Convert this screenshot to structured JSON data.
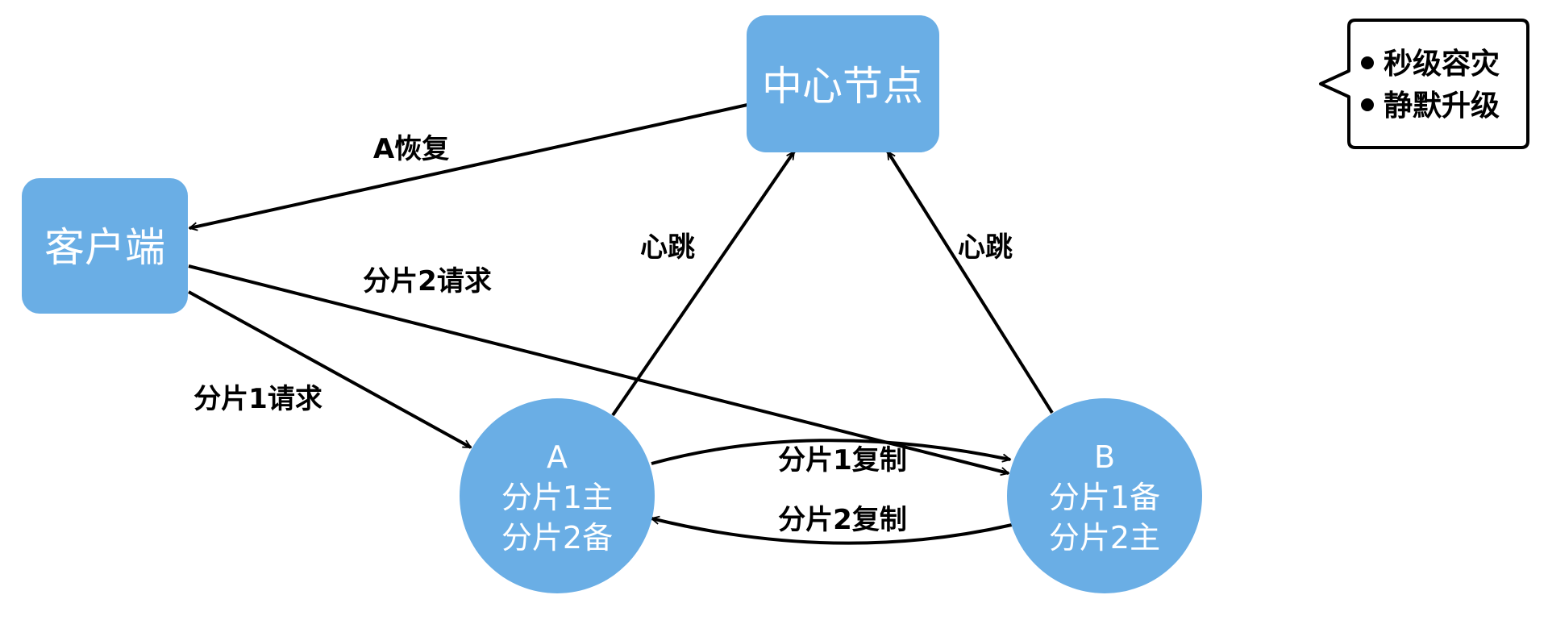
{
  "nodes": {
    "center": {
      "label": "中心节点"
    },
    "client": {
      "label": "客户端"
    },
    "server_a": {
      "line1": "A",
      "line2": "分片1主",
      "line3": "分片2备"
    },
    "server_b": {
      "line1": "B",
      "line2": "分片1备",
      "line3": "分片2主"
    }
  },
  "edges": {
    "recover": "A恢复",
    "heartbeat_a": "心跳",
    "heartbeat_b": "心跳",
    "shard2_request": "分片2请求",
    "shard1_request": "分片1请求",
    "shard1_replicate": "分片1复制",
    "shard2_replicate": "分片2复制"
  },
  "callout": {
    "items": [
      "秒级容灾",
      "静默升级"
    ]
  },
  "colors": {
    "node_fill": "#6aaee5",
    "node_text": "#ffffff",
    "edge": "#000000"
  }
}
